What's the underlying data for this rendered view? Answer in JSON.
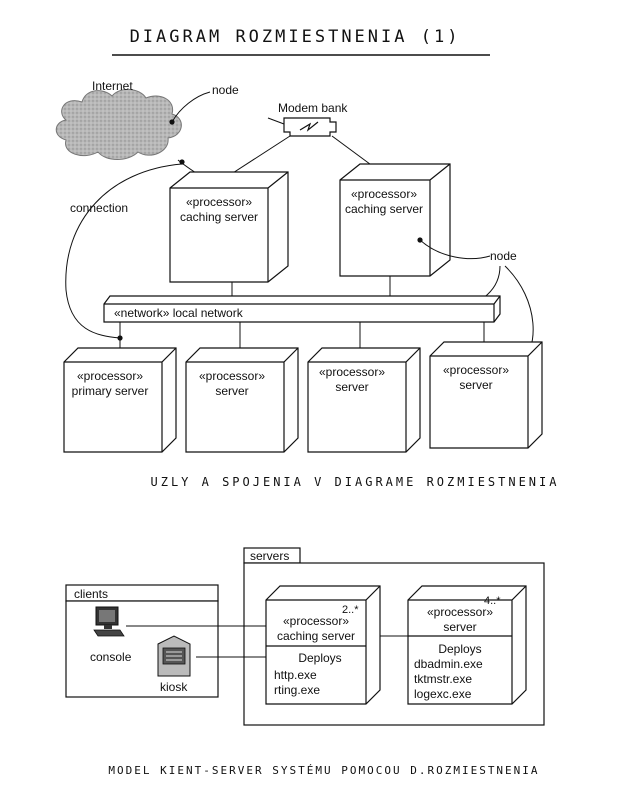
{
  "page_title": "DIAGRAM ROZMIESTNENIA (1)",
  "top_diagram": {
    "internet_label": "Internet",
    "node_callout_1": "node",
    "modem_bank_label": "Modem bank",
    "connection_callout": "connection",
    "node_callout_2": "node",
    "caching_server_1": {
      "stereotype": "«processor»",
      "name": "caching server"
    },
    "caching_server_2": {
      "stereotype": "«processor»",
      "name": "caching server"
    },
    "network": {
      "label": "«network» local network"
    },
    "servers": [
      {
        "stereotype": "«processor»",
        "name": "primary server"
      },
      {
        "stereotype": "«processor»",
        "name": "server"
      },
      {
        "stereotype": "«processor»",
        "name": "server"
      },
      {
        "stereotype": "«processor»",
        "name": "server"
      }
    ],
    "caption": "UZLY A SPOJENIA V DIAGRAME ROZMIESTNENIA"
  },
  "bottom_diagram": {
    "servers_package": "servers",
    "clients_package": "clients",
    "console_label": "console",
    "kiosk_label": "kiosk",
    "caching_node": {
      "multiplicity": "2..*",
      "stereotype": "«processor»",
      "name": "caching server",
      "deploys_title": "Deploys",
      "deploys": [
        "http.exe",
        "rting.exe"
      ]
    },
    "server_node": {
      "multiplicity": "4..*",
      "stereotype": "«processor»",
      "name": "server",
      "deploys_title": "Deploys",
      "deploys": [
        "dbadmin.exe",
        "tktmstr.exe",
        "logexc.exe"
      ]
    },
    "caption": "MODEL KIENT-SERVER SYSTÉMU POMOCOU D.ROZMIESTNENIA"
  }
}
